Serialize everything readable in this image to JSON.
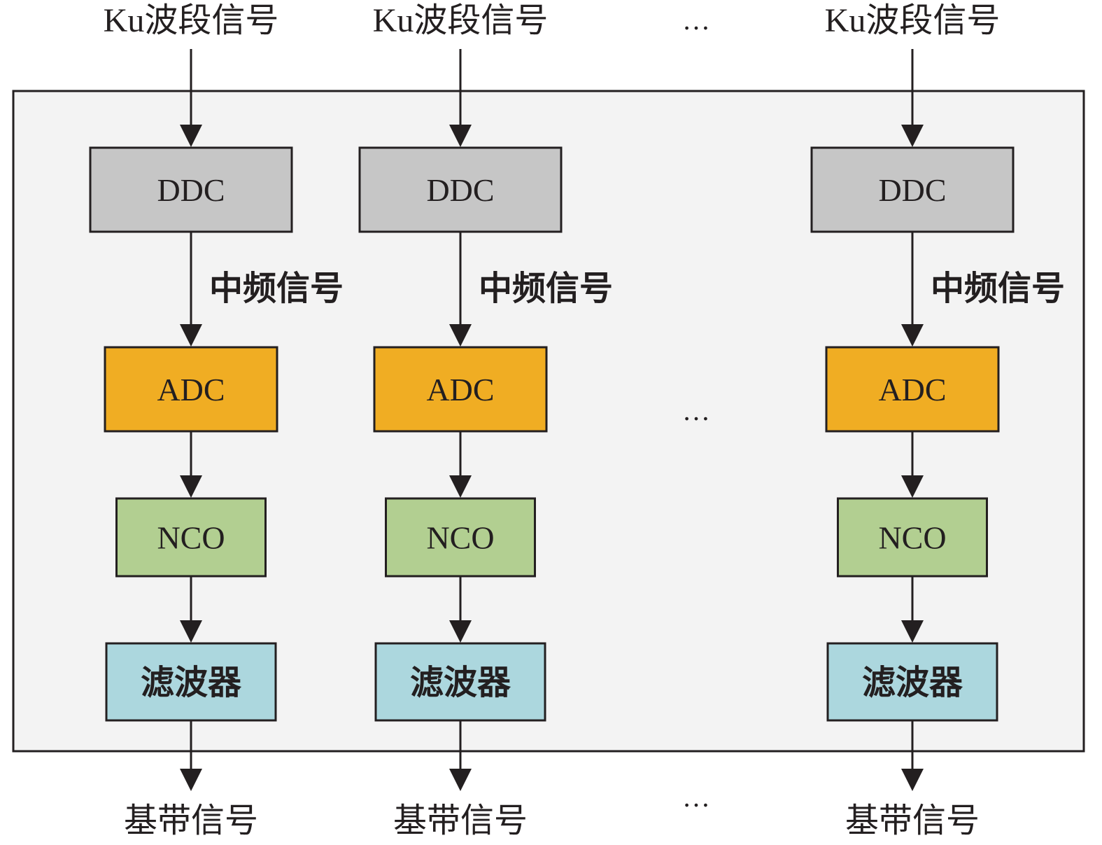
{
  "diagram": {
    "type": "block-diagram",
    "description": "Parallel multi-channel digital down-conversion chains",
    "colors": {
      "container_bg": "#f3f3f3",
      "stroke": "#231f20",
      "ddc": "#c6c6c6",
      "adc": "#f0ad23",
      "nco": "#b2cf91",
      "filter": "#acd7de"
    },
    "channels": [
      {
        "input_label": "Ku波段信号",
        "blocks": [
          "DDC",
          "ADC",
          "NCO",
          "滤波器"
        ],
        "intermediate_label": "中频信号",
        "output_label": "基带信号"
      },
      {
        "input_label": "Ku波段信号",
        "blocks": [
          "DDC",
          "ADC",
          "NCO",
          "滤波器"
        ],
        "intermediate_label": "中频信号",
        "output_label": "基带信号"
      },
      {
        "input_label": "Ku波段信号",
        "blocks": [
          "DDC",
          "ADC",
          "NCO",
          "滤波器"
        ],
        "intermediate_label": "中频信号",
        "output_label": "基带信号"
      }
    ],
    "ellipsis": "…"
  }
}
